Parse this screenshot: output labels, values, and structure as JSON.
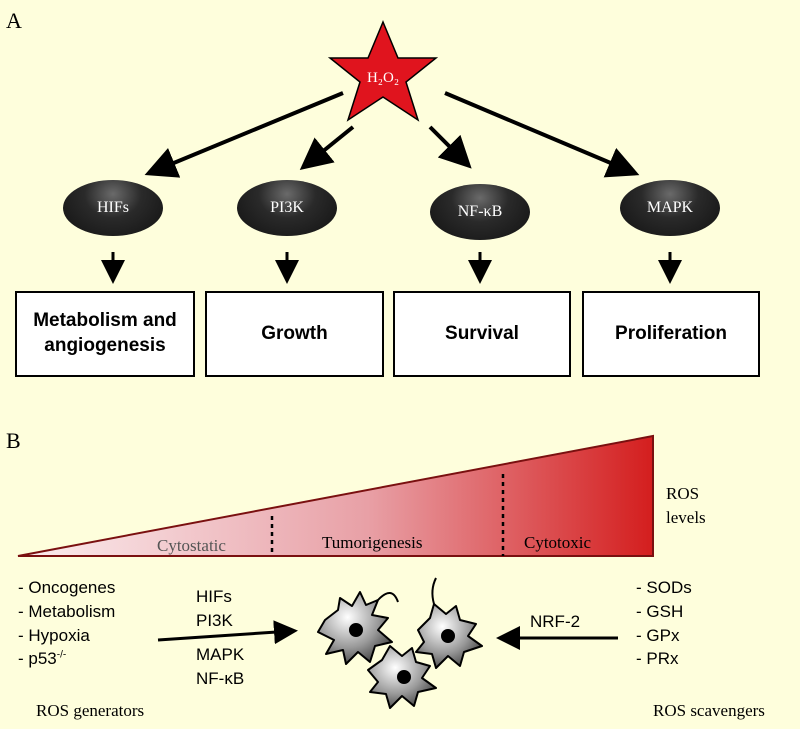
{
  "panel_a": {
    "label": "A",
    "center": "H₂O₂",
    "nodes": [
      "HIFs",
      "PI3K",
      "NF-κB",
      "MAPK"
    ],
    "outcomes": [
      "Metabolism and angiogenesis",
      "Growth",
      "Survival",
      "Proliferation"
    ]
  },
  "panel_b": {
    "label": "B",
    "zones": [
      "Cytostatic",
      "Tumorigenesis",
      "Cytotoxic"
    ],
    "ros_levels": "ROS levels",
    "generators": [
      "- Oncogenes",
      "- Metabolism",
      "- Hypoxia",
      "- p53"
    ],
    "p53_sup": "-/-",
    "generators_caption": "ROS generators",
    "pathways_top": [
      "HIFs",
      "PI3K"
    ],
    "pathways_bottom": [
      "MAPK",
      "NF-κB"
    ],
    "nrf2": "NRF-2",
    "scavengers": [
      "- SODs",
      "- GSH",
      "- GPx",
      "- PRx"
    ],
    "scavengers_caption": "ROS scavengers"
  },
  "colors": {
    "background": "#fefedc",
    "star": "#e0141e",
    "gradient_end": "#d42020"
  }
}
